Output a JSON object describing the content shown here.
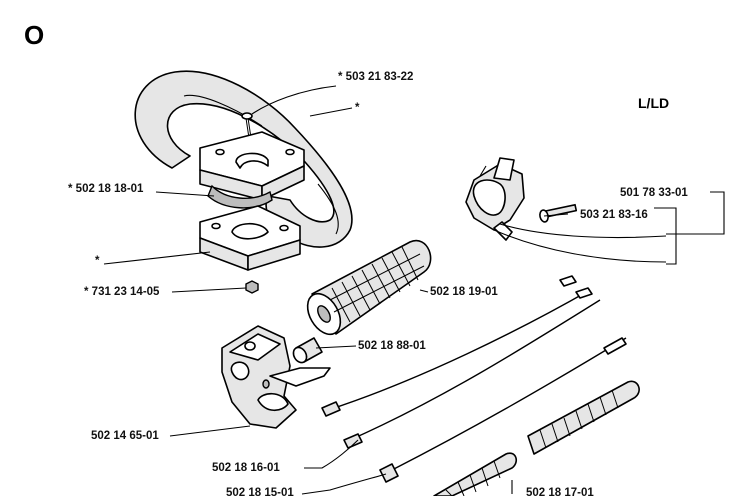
{
  "section_letter": "O",
  "model": "L/LD",
  "labels": {
    "p1": "* 503 21 83-22",
    "p2": "*",
    "p3": "* 502 18 18-01",
    "p4": "*",
    "p5": "* 731 23 14-05",
    "p6": "502 18 19-01",
    "p7": "502 18 88-01",
    "p8": "502 14 65-01",
    "p9": "502 18 16-01",
    "p10": "502 18 15-01",
    "p11": "502 18 17-01",
    "p12": "501 78 33-01",
    "p13": "503 21 83-16"
  }
}
